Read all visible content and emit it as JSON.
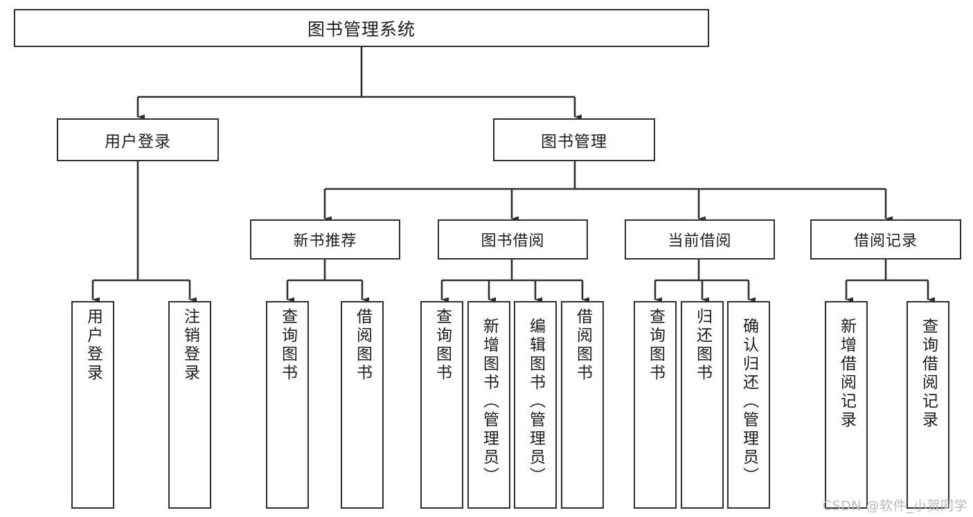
{
  "diagram": {
    "title": "图书管理系统",
    "root": {
      "label": "图书管理系统"
    },
    "level1": [
      {
        "label": "用户登录"
      },
      {
        "label": "图书管理"
      }
    ],
    "level2": [
      {
        "label": "新书推荐"
      },
      {
        "label": "图书借阅"
      },
      {
        "label": "当前借阅"
      },
      {
        "label": "借阅记录"
      }
    ],
    "leaves": {
      "user_login": [
        {
          "label": "用户登录"
        },
        {
          "label": "注销登录"
        }
      ],
      "new_book_recommend": [
        {
          "label": "查询图书"
        },
        {
          "label": "借阅图书"
        }
      ],
      "book_borrow": [
        {
          "label": "查询图书"
        },
        {
          "label": "新增图书（管理员）"
        },
        {
          "label": "编辑图书（管理员）"
        },
        {
          "label": "借阅图书"
        }
      ],
      "current_borrow": [
        {
          "label": "查询图书"
        },
        {
          "label": "归还图书"
        },
        {
          "label": "确认归还（管理员）"
        }
      ],
      "borrow_record": [
        {
          "label": "新增借阅记录"
        },
        {
          "label": "查询借阅记录"
        }
      ]
    }
  },
  "watermark": {
    "text": "CSDN @软件_小贺同学"
  },
  "colors": {
    "border": "#2e2e2e",
    "text": "#1c1c1c",
    "background": "#ffffff",
    "watermark": "#b9b9b9"
  }
}
